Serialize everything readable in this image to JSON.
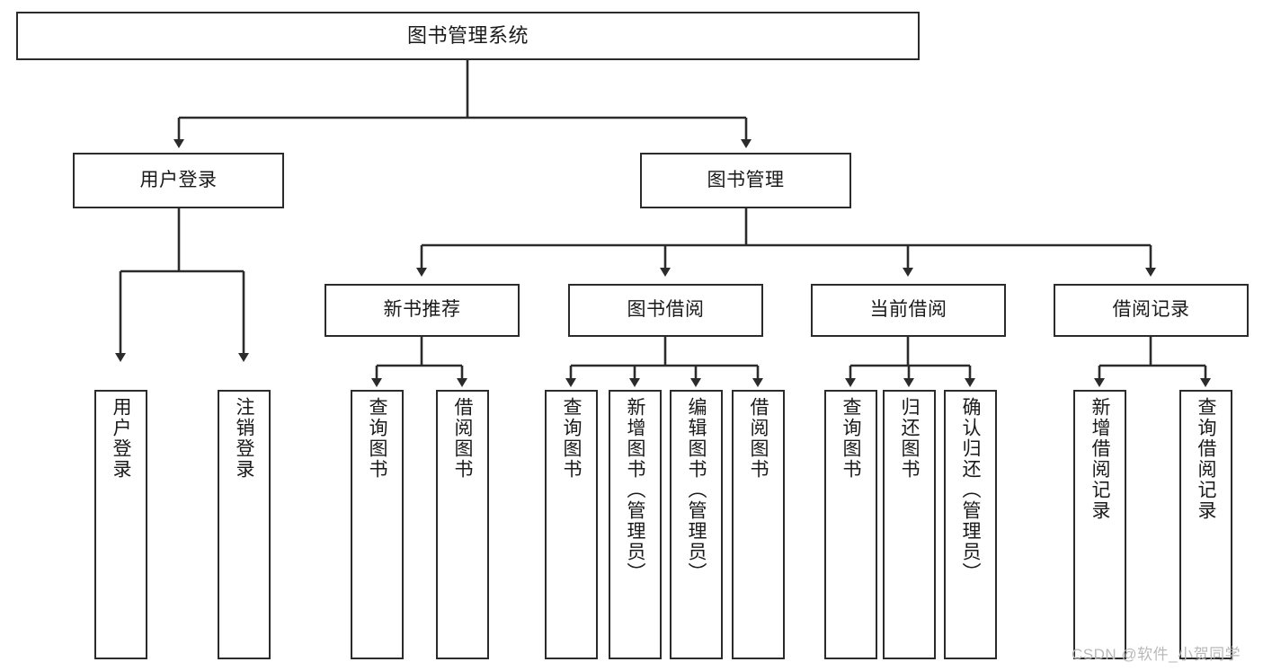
{
  "diagram": {
    "title": "图书管理系统",
    "type": "tree-hierarchy-chart",
    "root": {
      "label": "图书管理系统"
    },
    "level2": [
      {
        "label": "用户登录"
      },
      {
        "label": "图书管理"
      }
    ],
    "level3": [
      {
        "label": "新书推荐"
      },
      {
        "label": "图书借阅"
      },
      {
        "label": "当前借阅"
      },
      {
        "label": "借阅记录"
      }
    ],
    "leaves": {
      "user_login": [
        {
          "label": "用户登录"
        },
        {
          "label": "注销登录"
        }
      ],
      "new_book_recommend": [
        {
          "label": "查询图书"
        },
        {
          "label": "借阅图书"
        }
      ],
      "book_borrow": [
        {
          "label": "查询图书"
        },
        {
          "label": "新增图书（管理员）"
        },
        {
          "label": "编辑图书（管理员）"
        },
        {
          "label": "借阅图书"
        }
      ],
      "current_borrow": [
        {
          "label": "查询图书"
        },
        {
          "label": "归还图书"
        },
        {
          "label": "确认归还（管理员）"
        }
      ],
      "borrow_record": [
        {
          "label": "新增借阅记录"
        },
        {
          "label": "查询借阅记录"
        }
      ]
    }
  },
  "watermark": {
    "text": "CSDN @软件_小贺同学"
  },
  "colors": {
    "background": "#ffffff",
    "stroke": "#2b2b2b",
    "text": "#1a1a1a",
    "watermark": "#b9b9b9"
  }
}
